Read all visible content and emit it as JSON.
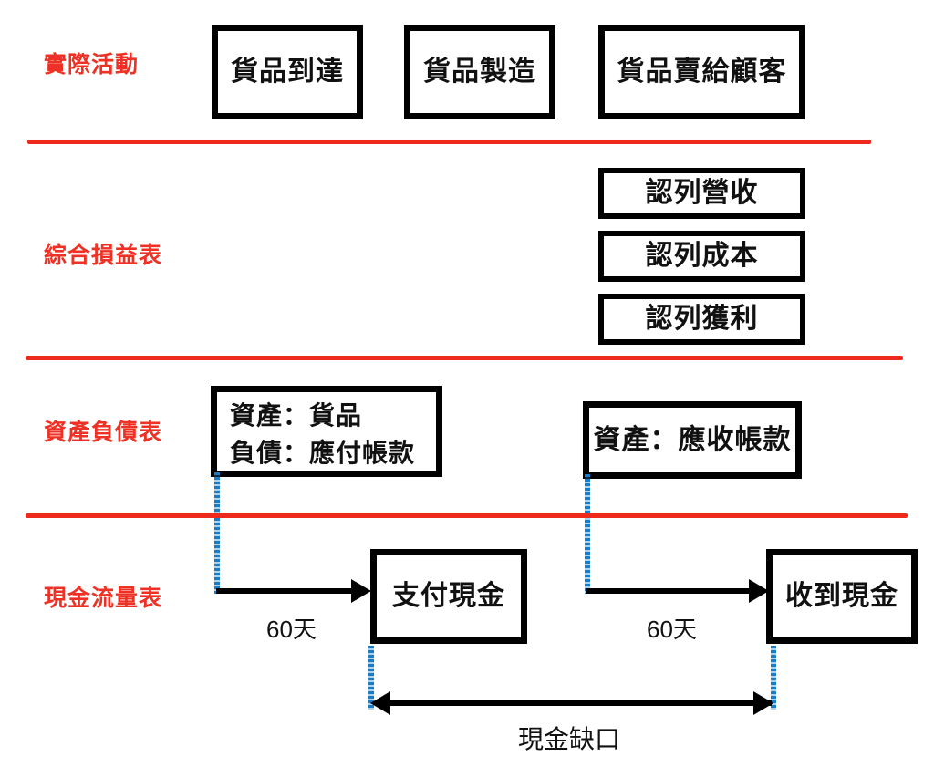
{
  "diagram": {
    "title_rows": [
      {
        "id": "actual-activity",
        "label": "實際活動"
      },
      {
        "id": "income-statement",
        "label": "綜合損益表"
      },
      {
        "id": "balance-sheet",
        "label": "資產負債表"
      },
      {
        "id": "cash-flow",
        "label": "現金流量表"
      }
    ],
    "colors": {
      "label_red": "#ee3124",
      "separator_red": "#ee2a1c",
      "connector_blue": "#1b7cc4",
      "box_border": "#000000",
      "text": "#111111",
      "background": "#ffffff"
    },
    "row_actual_activity": {
      "boxes": [
        {
          "id": "goods-arrive",
          "label": "貨品到達"
        },
        {
          "id": "goods-made",
          "label": "貨品製造"
        },
        {
          "id": "goods-sold",
          "label": "貨品賣給顧客"
        }
      ]
    },
    "row_income_statement": {
      "boxes": [
        {
          "id": "recognize-revenue",
          "label": "認列營收"
        },
        {
          "id": "recognize-cost",
          "label": "認列成本"
        },
        {
          "id": "recognize-profit",
          "label": "認列獲利"
        }
      ]
    },
    "row_balance_sheet": {
      "boxes": [
        {
          "id": "assets-liabilities-inventory",
          "lines": [
            "資產：貨品",
            "負債：應付帳款"
          ]
        },
        {
          "id": "assets-receivable",
          "lines": [
            "資產：應收帳款"
          ]
        }
      ]
    },
    "row_cash_flow": {
      "boxes": [
        {
          "id": "pay-cash",
          "label": "支付現金"
        },
        {
          "id": "receive-cash",
          "label": "收到現金"
        }
      ],
      "arrow_captions": [
        {
          "id": "days-to-pay",
          "label": "60天"
        },
        {
          "id": "days-to-receive",
          "label": "60天"
        }
      ],
      "gap_caption": {
        "id": "cash-gap",
        "label": "現金缺口"
      }
    }
  }
}
